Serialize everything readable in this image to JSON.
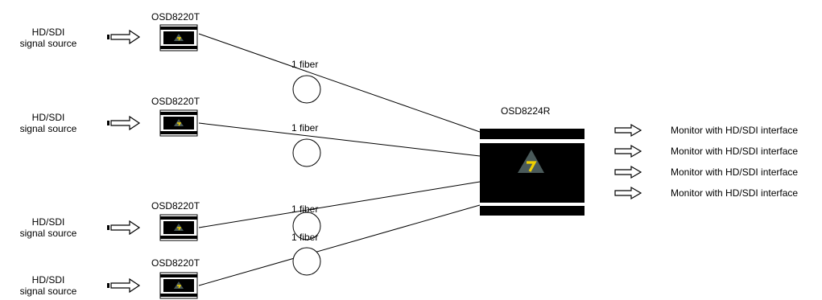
{
  "sources": [
    {
      "line1": "HD/SDI",
      "line2": "signal source"
    },
    {
      "line1": "HD/SDI",
      "line2": "signal source"
    },
    {
      "line1": "HD/SDI",
      "line2": "signal source"
    },
    {
      "line1": "HD/SDI",
      "line2": "signal source"
    }
  ],
  "transmitters": [
    {
      "label": "OSD8220T"
    },
    {
      "label": "OSD8220T"
    },
    {
      "label": "OSD8220T"
    },
    {
      "label": "OSD8220T"
    }
  ],
  "fibers": [
    {
      "label": "1 fiber"
    },
    {
      "label": "1 fiber"
    },
    {
      "label": "1 fiber"
    },
    {
      "label": "1 fiber"
    }
  ],
  "receiver": {
    "label": "OSD8224R"
  },
  "outputs": [
    {
      "label": "Monitor with HD/SDI interface"
    },
    {
      "label": "Monitor with HD/SDI interface"
    },
    {
      "label": "Monitor with HD/SDI interface"
    },
    {
      "label": "Monitor with HD/SDI interface"
    }
  ],
  "colors": {
    "logo_gray": "#4a5a5a",
    "logo_yellow": "#f0d000",
    "device_body": "#000000"
  }
}
